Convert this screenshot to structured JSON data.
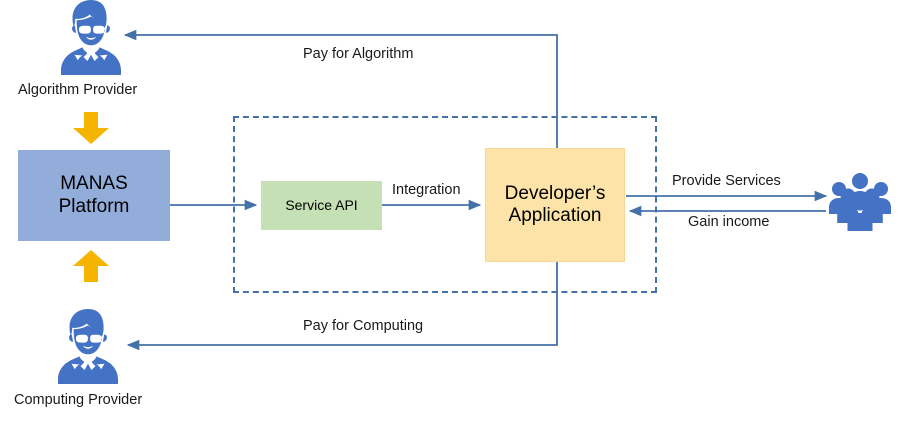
{
  "diagram": {
    "title": "MANAS Platform ecosystem flow diagram",
    "colors": {
      "platform_fill": "#93adda",
      "api_fill": "#c5e0b4",
      "app_fill": "#fde3a7",
      "arrow_blue": "#4472a8",
      "accent_yellow": "#f5b400",
      "boundary_dash": "#4472a8",
      "icon_blue": "#4472c4",
      "text": "#1a1a1a"
    },
    "nodes": {
      "platform": {
        "label": "MANAS\nPlatform",
        "line1": "MANAS",
        "line2": "Platform"
      },
      "service_api": {
        "label": "Service API"
      },
      "developers_application": {
        "label": "Developer’s\nApplication",
        "line1": "Developer’s",
        "line2": "Application"
      }
    },
    "actors": [
      {
        "id": "algorithm-provider",
        "caption": "Algorithm Provider",
        "icon": "person-with-glasses-icon"
      },
      {
        "id": "computing-provider",
        "caption": "Computing Provider",
        "icon": "person-with-glasses-icon"
      },
      {
        "id": "consumers",
        "caption": "",
        "icon": "group-of-people-icon"
      }
    ],
    "edges": [
      {
        "id": "pay-for-algorithm",
        "label": "Pay for Algorithm",
        "from": "developers-application",
        "to": "algorithm-provider"
      },
      {
        "id": "pay-for-computing",
        "label": "Pay for Computing",
        "from": "developers-application",
        "to": "computing-provider"
      },
      {
        "id": "integration",
        "label": "Integration",
        "from": "service-api",
        "to": "developers-application"
      },
      {
        "id": "provide-services",
        "label": "Provide Services",
        "from": "developers-application",
        "to": "consumers"
      },
      {
        "id": "gain-income",
        "label": "Gain income",
        "from": "consumers",
        "to": "developers-application"
      },
      {
        "id": "platform-to-api",
        "label": "",
        "from": "manas-platform",
        "to": "service-api"
      },
      {
        "id": "algorithm-supply",
        "label": "",
        "from": "algorithm-provider",
        "to": "manas-platform",
        "icon": "arrow-down-icon"
      },
      {
        "id": "computing-supply",
        "label": "",
        "from": "computing-provider",
        "to": "manas-platform",
        "icon": "arrow-up-icon"
      }
    ],
    "boundary": {
      "label": "",
      "style": "dashed"
    }
  }
}
